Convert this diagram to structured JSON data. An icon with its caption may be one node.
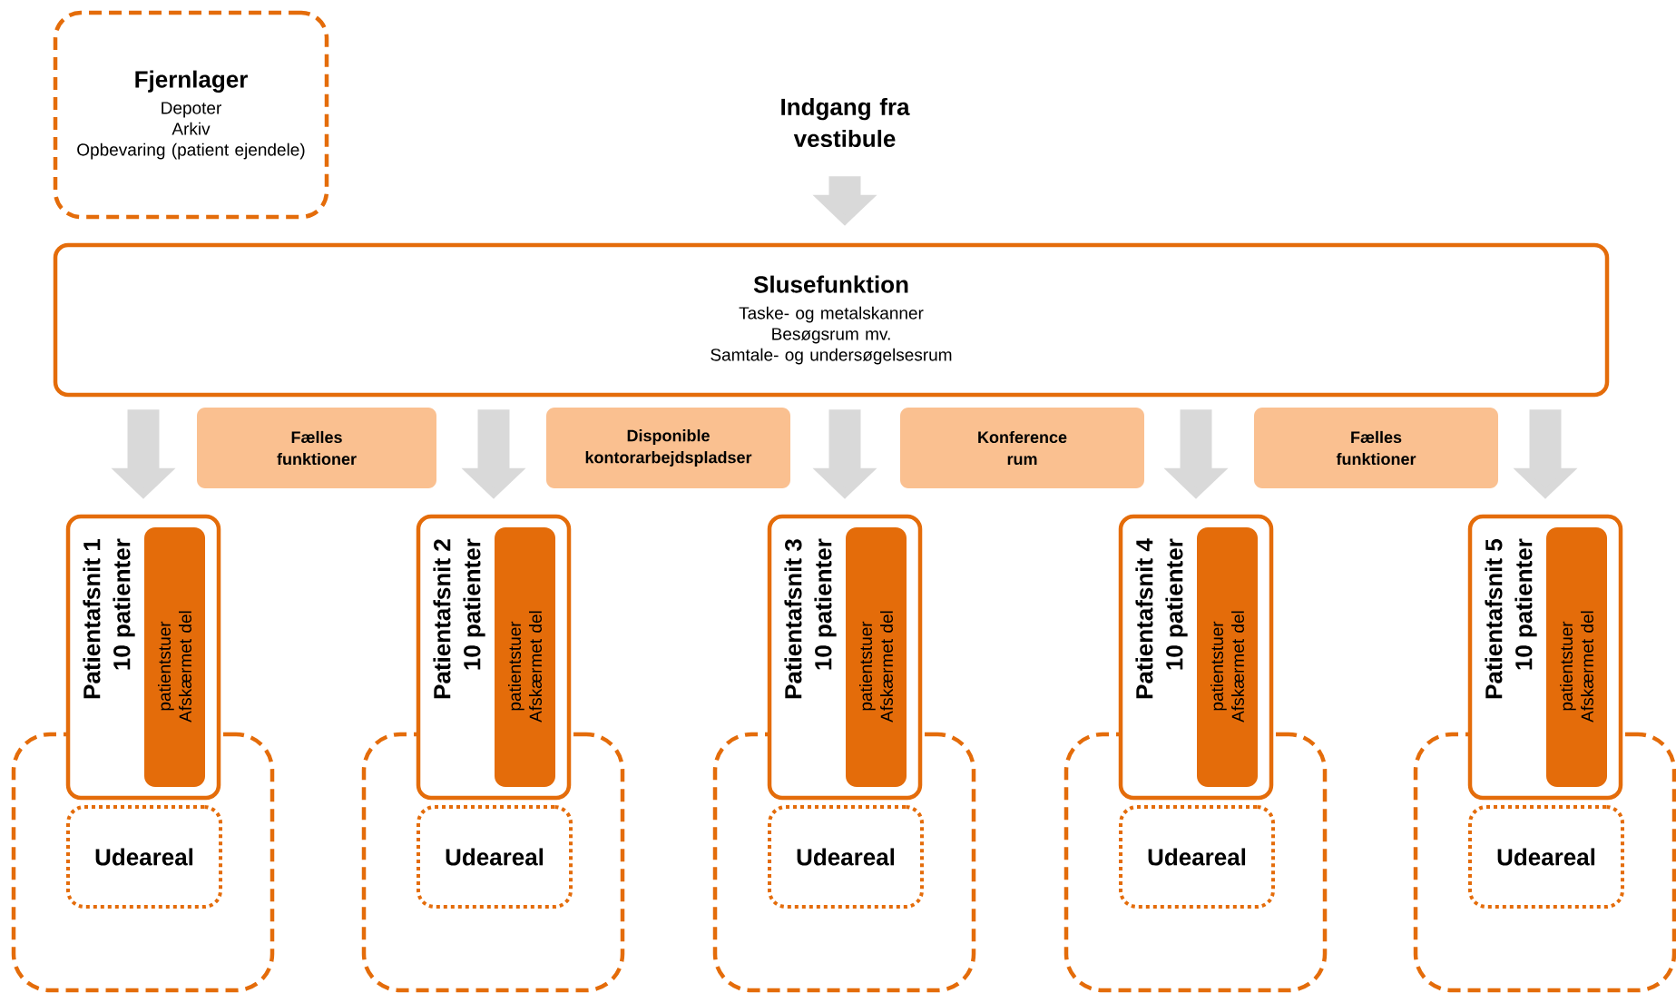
{
  "diagram": {
    "nodes": [
      {
        "text": [
          "Fjernlager",
          "Depoter",
          "Arkiv",
          "Opbevaring (patient ejendele)"
        ]
      },
      {
        "text": [
          "Indgang fra vestibule"
        ]
      },
      {
        "text": [
          "Slusefunktion",
          "Taske- og metalskanner",
          "Besøgsrum mv.",
          "Samtale- og undersøgelsesrum"
        ]
      },
      {
        "text": [
          "Fælles funktioner"
        ]
      },
      {
        "text": [
          "Disponible kontorarbejdspladser"
        ]
      },
      {
        "text": [
          "Konference rum"
        ]
      },
      {
        "text": [
          "Fælles funktioner"
        ]
      },
      {
        "text": [],
        "shape": "box"
      },
      {
        "text": [
          "Patientafsnit 1",
          "10 patienter"
        ]
      },
      {
        "text": [
          "patientstuer Afskærmet del"
        ],
        "in": 8
      },
      {
        "text": [
          "Udeareal"
        ],
        "in": 7
      },
      {
        "text": [],
        "shape": "box"
      },
      {
        "text": [
          "Patientafsnit 2",
          "10 patienter"
        ]
      },
      {
        "text": [
          "patientstuer Afskærmet del"
        ],
        "in": 12
      },
      {
        "text": [
          "Udeareal"
        ],
        "in": 11
      },
      {
        "text": [],
        "shape": "box"
      },
      {
        "text": [
          "Patientafsnit 3",
          "10 patienter"
        ]
      },
      {
        "text": [
          "patientstuer Afskærmet del"
        ],
        "in": 16
      },
      {
        "text": [
          "Udeareal"
        ],
        "in": 15
      },
      {
        "text": [],
        "shape": "box"
      },
      {
        "text": [
          "Patientafsnit 4",
          "10 patienter"
        ]
      },
      {
        "text": [
          "patientstuer Afskærmet del"
        ],
        "in": 20
      },
      {
        "text": [
          "Udeareal"
        ],
        "in": 19
      },
      {
        "text": [],
        "shape": "box"
      },
      {
        "text": [
          "Patientafsnit 5",
          "10 patienter"
        ]
      },
      {
        "text": [
          "patientstuer Afskærmet del"
        ],
        "in": 24
      },
      {
        "text": [
          "Udeareal"
        ],
        "in": 23
      }
    ],
    "edges": [
      {
        "from": 1,
        "to": 2,
        "arrow": "to"
      },
      {
        "from": 2,
        "to": 8,
        "arrow": "to"
      },
      {
        "from": 2,
        "to": 12,
        "arrow": "to"
      },
      {
        "from": 2,
        "to": 16,
        "arrow": "to"
      },
      {
        "from": 2,
        "to": 20,
        "arrow": "to"
      },
      {
        "from": 2,
        "to": 24,
        "arrow": "to"
      }
    ]
  }
}
